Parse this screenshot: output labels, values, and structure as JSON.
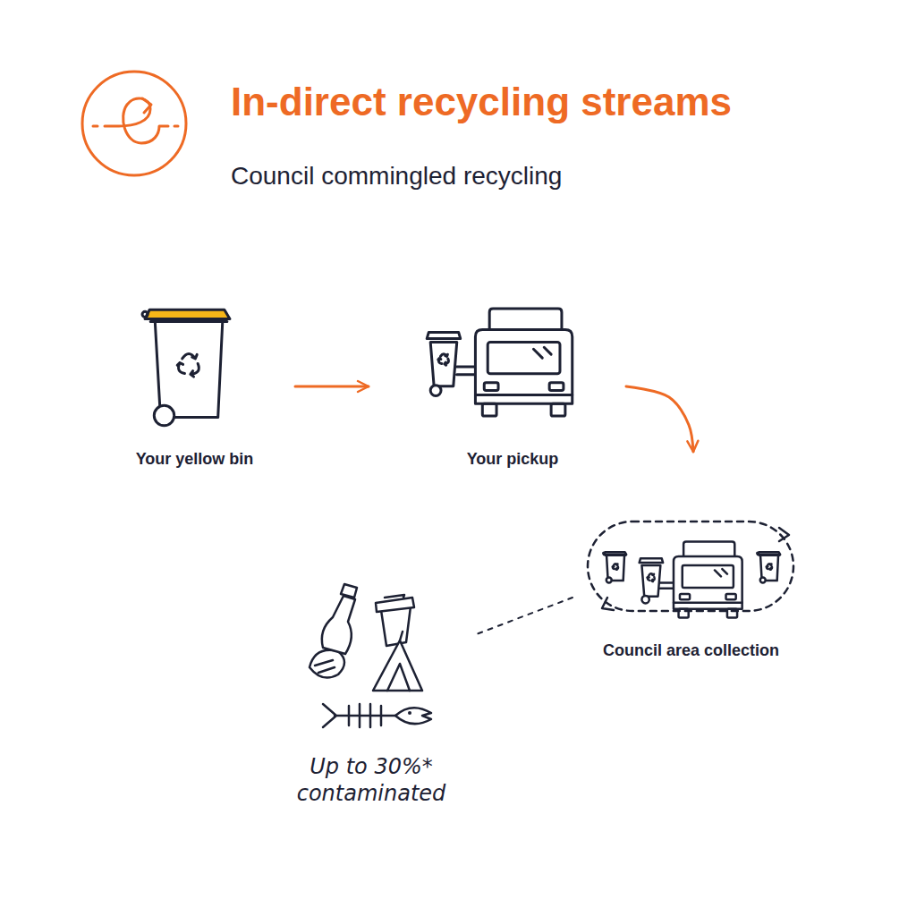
{
  "diagram": {
    "title": "In-direct recycling streams",
    "nodes": [
      {
        "text": [
          "Your yellow bin"
        ]
      },
      {
        "text": [
          "Your pickup"
        ]
      },
      {
        "text": [
          "Council area collection"
        ]
      },
      {
        "text": [
          "Up to 30%* contaminated"
        ]
      }
    ],
    "edges": [
      {
        "from": 0,
        "to": 1,
        "arrow": "to"
      },
      {
        "from": 1,
        "to": 2,
        "arrow": "to"
      },
      {
        "from": 2,
        "to": 3,
        "arrow": "none"
      }
    ],
    "labels": [
      "Council commingled recycling"
    ]
  }
}
